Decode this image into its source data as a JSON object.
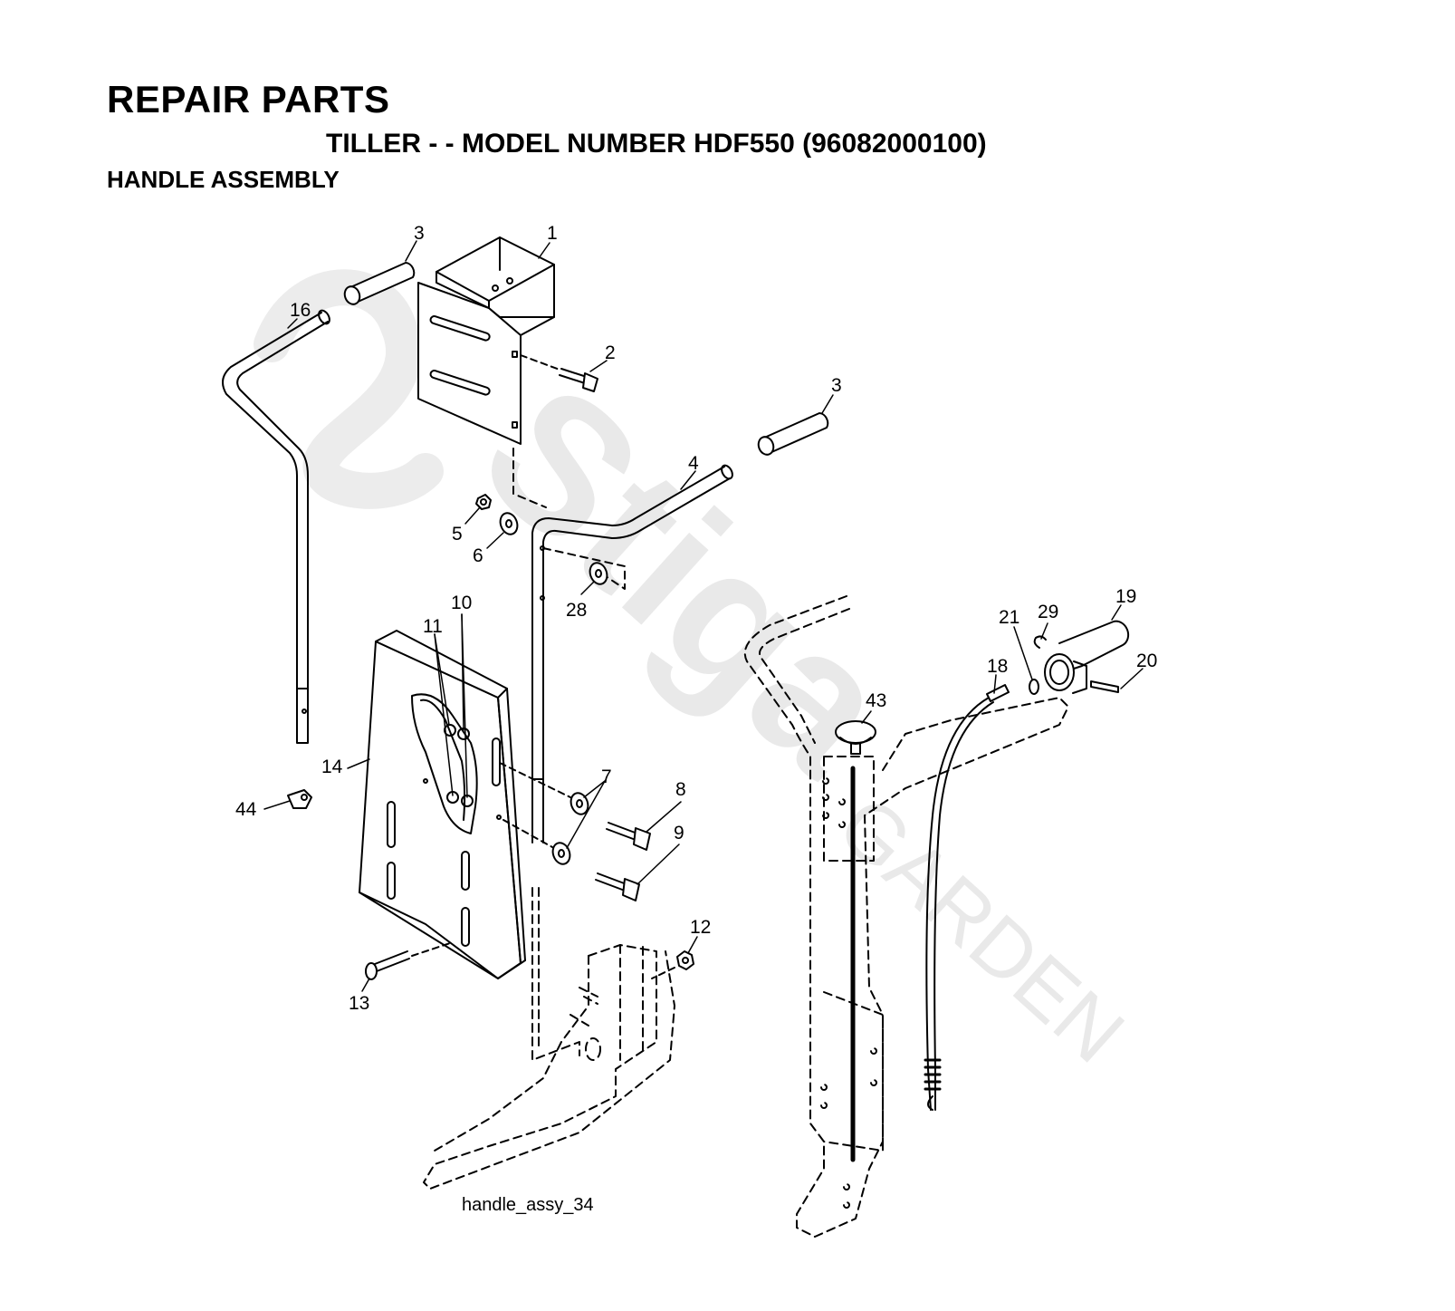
{
  "header": {
    "title": "REPAIR PARTS",
    "subtitle": "TILLER - - MODEL NUMBER HDF550 (96082000100)",
    "section": "HANDLE ASSEMBLY"
  },
  "diagram": {
    "caption": "handle_assy_34",
    "watermark": {
      "brand": "Stiga",
      "sub": "GARDEN"
    },
    "callouts": {
      "p1": "1",
      "p2": "2",
      "p3a": "3",
      "p3b": "3",
      "p4": "4",
      "p5": "5",
      "p6": "6",
      "p7": "7",
      "p8": "8",
      "p9": "9",
      "p10": "10",
      "p11": "11",
      "p12": "12",
      "p13": "13",
      "p14": "14",
      "p16": "16",
      "p18": "18",
      "p19": "19",
      "p20": "20",
      "p21": "21",
      "p28": "28",
      "p29": "29",
      "p43": "43",
      "p44": "44"
    }
  },
  "colors": {
    "line": "#000000",
    "watermark": "#e9e9e9",
    "background": "#ffffff"
  }
}
